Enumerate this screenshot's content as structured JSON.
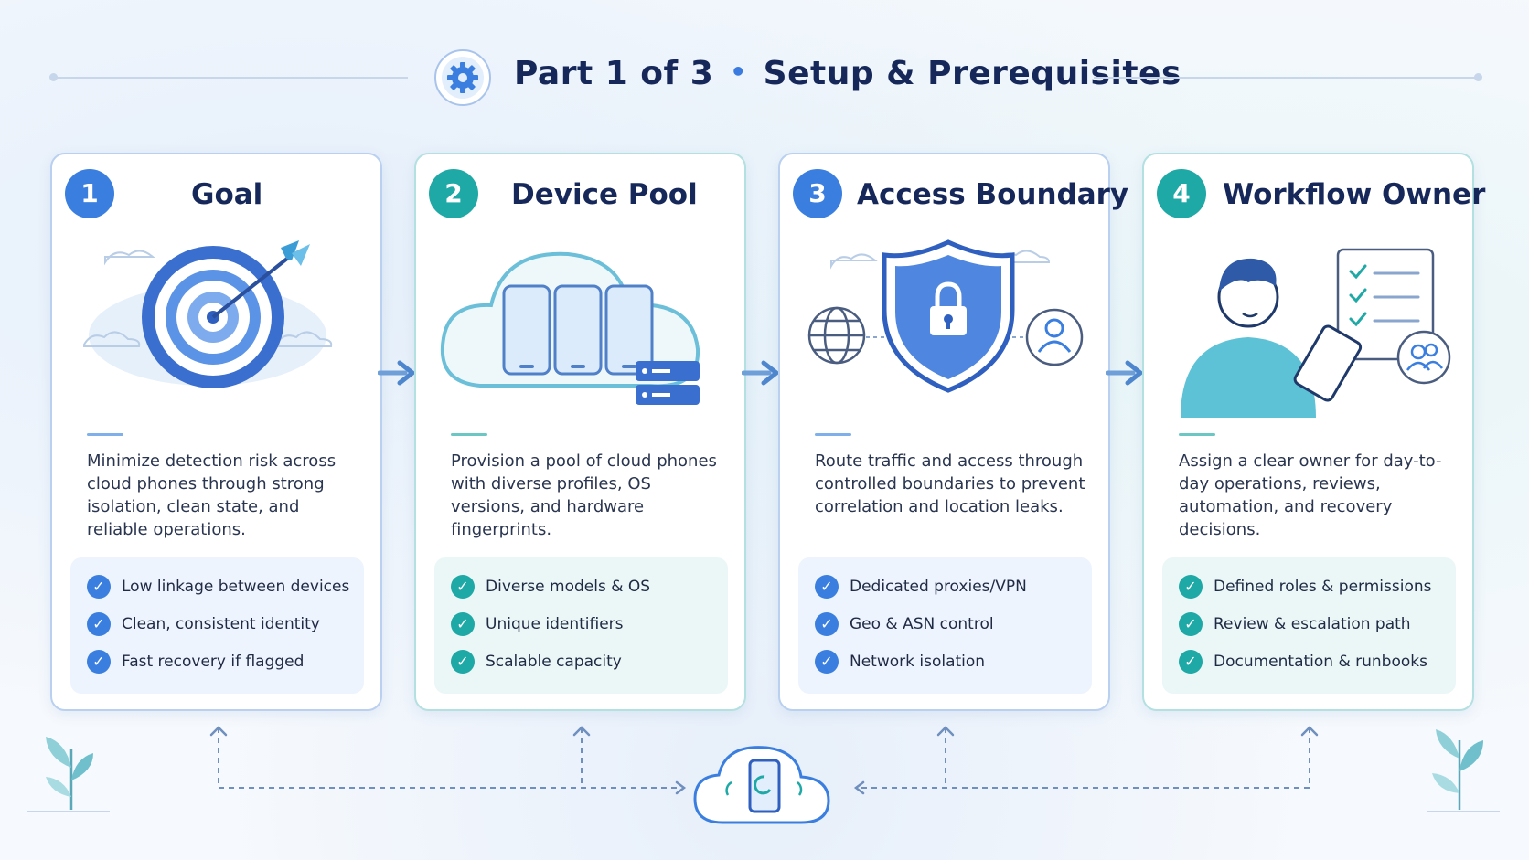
{
  "header": {
    "title_part": "Part 1 of 3",
    "title_separator": "•",
    "title_topic": "Setup & Prerequisites",
    "icon": "gear-icon"
  },
  "cards": [
    {
      "number": "1",
      "title": "Goal",
      "icon": "target-icon",
      "description": "Minimize detection risk across cloud phones through strong isolation, clean state, and reliable operations.",
      "checks": [
        "Low linkage between devices",
        "Clean, consistent identity",
        "Fast recovery if flagged"
      ]
    },
    {
      "number": "2",
      "title": "Device Pool",
      "icon": "cloud-phones-icon",
      "description": "Provision a pool of cloud phones with diverse profiles, OS versions, and hardware fingerprints.",
      "checks": [
        "Diverse models & OS",
        "Unique identifiers",
        "Scalable capacity"
      ]
    },
    {
      "number": "3",
      "title": "Access Boundary",
      "icon": "shield-lock-icon",
      "description": "Route traffic and access through controlled boundaries to prevent correlation and location leaks.",
      "checks": [
        "Dedicated proxies/VPN",
        "Geo & ASN control",
        "Network isolation"
      ]
    },
    {
      "number": "4",
      "title": "Workflow Owner",
      "icon": "person-checklist-icon",
      "description": "Assign a clear owner for day-to-day operations, reviews, automation, and recovery decisions.",
      "checks": [
        "Defined roles & permissions",
        "Review & escalation path",
        "Documentation & runbooks"
      ]
    }
  ],
  "colors": {
    "blue": "#3a7fe0",
    "teal": "#1fa9a6",
    "navy": "#16285a"
  }
}
